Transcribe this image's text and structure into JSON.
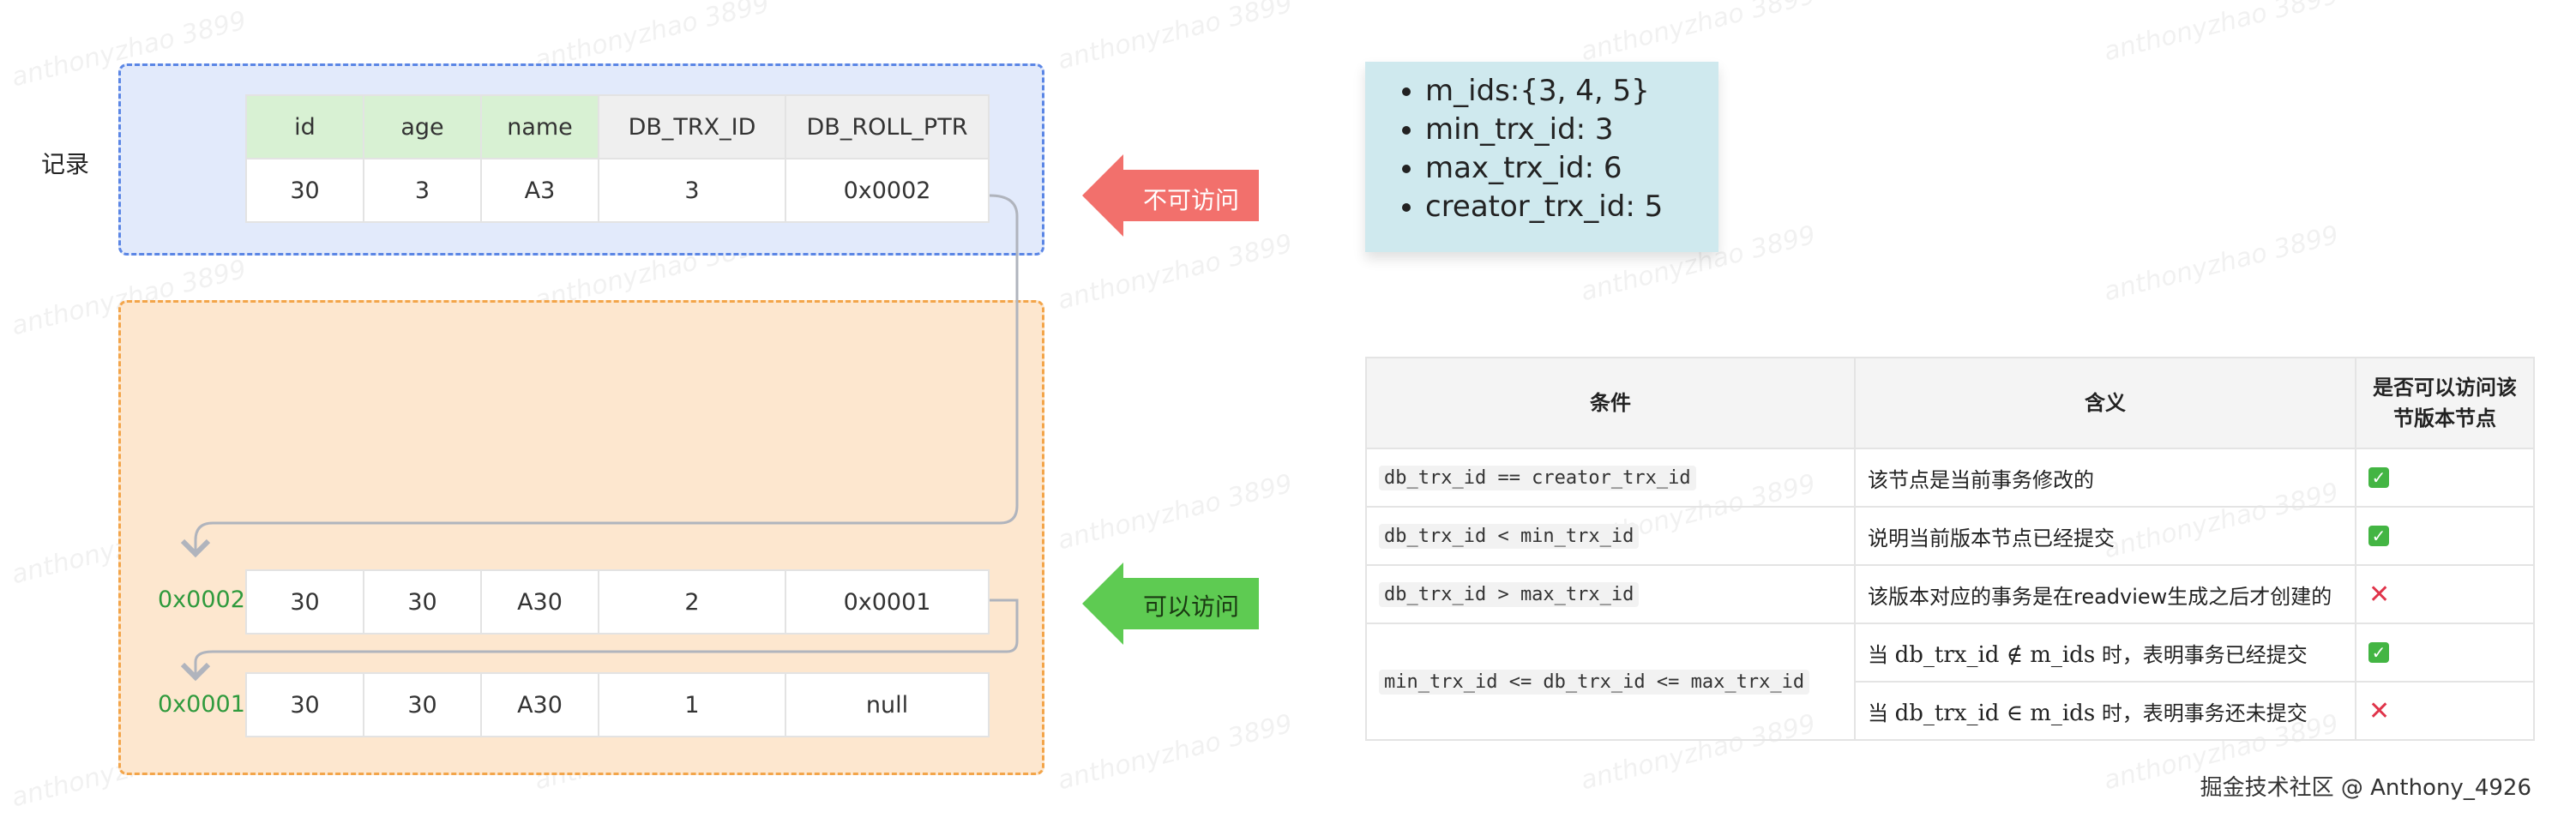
{
  "watermark": "anthonyzhao 3899",
  "record_label": "记录",
  "record_table": {
    "headers": [
      "id",
      "age",
      "name",
      "DB_TRX_ID",
      "DB_ROLL_PTR"
    ],
    "row": [
      "30",
      "3",
      "A3",
      "3",
      "0x0002"
    ]
  },
  "undo_rows": [
    {
      "ptr": "0x0002",
      "cells": [
        "30",
        "30",
        "A30",
        "2",
        "0x0001"
      ]
    },
    {
      "ptr": "0x0001",
      "cells": [
        "30",
        "30",
        "A30",
        "1",
        "null"
      ]
    }
  ],
  "arrows": {
    "no_access": "不可访问",
    "can_access": "可以访问"
  },
  "readview": [
    "m_ids:{3, 4, 5}",
    "min_trx_id: 3",
    "max_trx_id: 6",
    "creator_trx_id: 5"
  ],
  "rules_table": {
    "headers": [
      "条件",
      "含义",
      "是否可以访问该节版本节点"
    ],
    "header_lines": [
      "是否可以访问该",
      "节版本节点"
    ],
    "rows": [
      {
        "cond": "db_trx_id == creator_trx_id",
        "meaning": "该节点是当前事务修改的",
        "access": "yes"
      },
      {
        "cond": "db_trx_id < min_trx_id",
        "meaning": "说明当前版本节点已经提交",
        "access": "yes"
      },
      {
        "cond": "db_trx_id > max_trx_id",
        "meaning": "该版本对应的事务是在readview生成之后才创建的",
        "access": "no"
      },
      {
        "cond": "min_trx_id <= db_trx_id <= max_trx_id",
        "sub": [
          {
            "pre": "当",
            "math": "db_trx_id ∉ m_ids",
            "post": "时，表明事务已经提交",
            "access": "yes"
          },
          {
            "pre": "当",
            "math": "db_trx_id ∈ m_ids",
            "post": "时，表明事务还未提交",
            "access": "no"
          }
        ]
      }
    ]
  },
  "colors": {
    "blue_box": "#e2eafb",
    "orange_box": "#fde7cf",
    "red_arrow": "#f2706c",
    "green_arrow": "#5ecb52",
    "info_box": "#cfe9ee",
    "check": "#43b543",
    "cross": "#e0344a"
  },
  "credit": "掘金技术社区 @ Anthony_4926"
}
